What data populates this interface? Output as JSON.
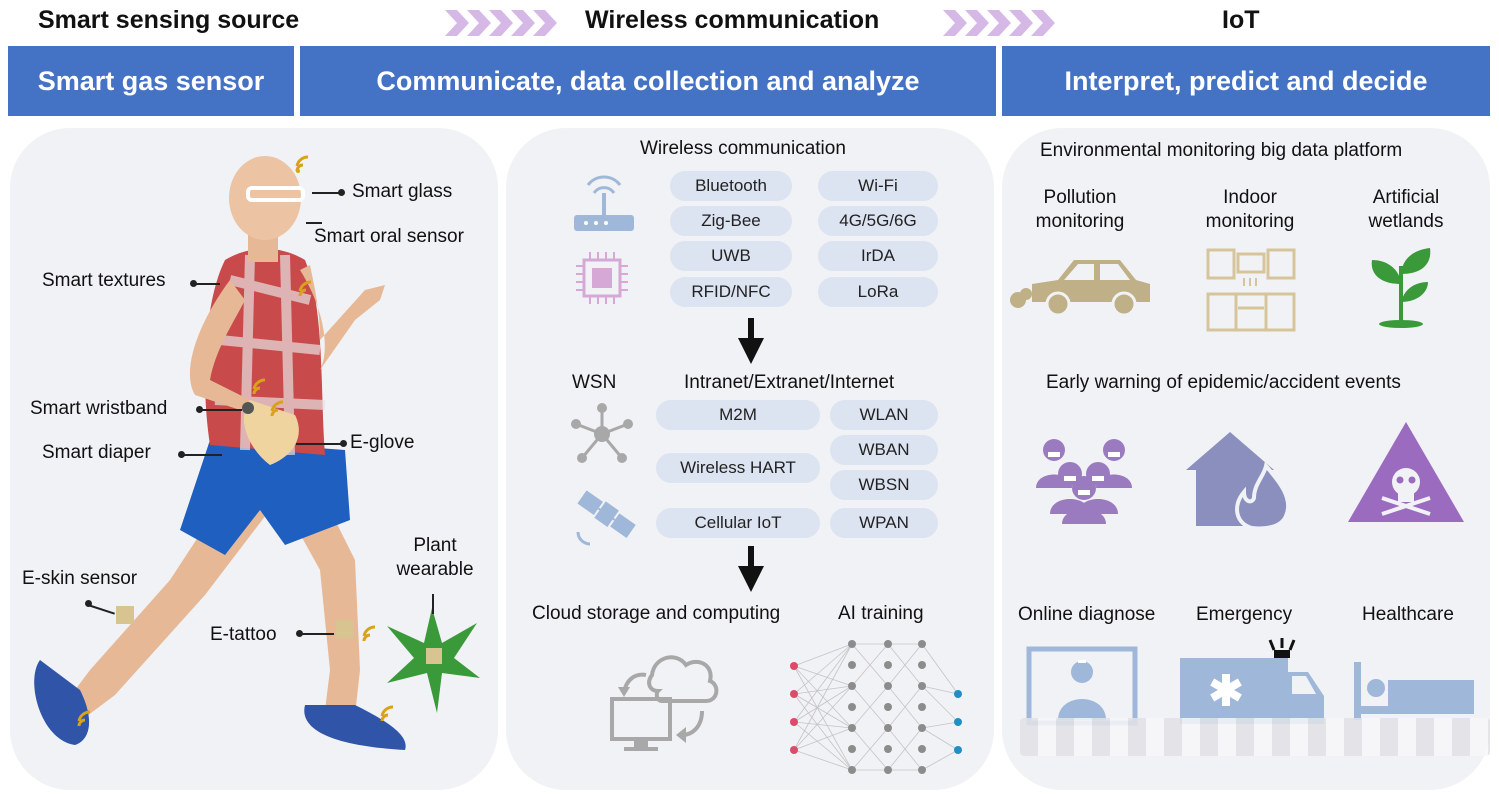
{
  "header": {
    "stage1": "Smart sensing source",
    "stage2": "Wireless communication",
    "stage3": "IoT"
  },
  "bands": {
    "band1": "Smart gas  sensor",
    "band2": "Communicate, data collection and analyze",
    "band3": "Interpret, predict and decide"
  },
  "left": {
    "smart_glass": "Smart glass",
    "smart_oral_sensor": "Smart oral sensor",
    "smart_textures": "Smart textures",
    "smart_wristband": "Smart wristband",
    "smart_diaper": "Smart diaper",
    "e_glove": "E-glove",
    "e_skin_sensor": "E-skin sensor",
    "plant_wearable_line1": "Plant",
    "plant_wearable_line2": "wearable",
    "e_tattoo": "E-tattoo"
  },
  "middle": {
    "wireless_title": "Wireless communication",
    "protocols_left": [
      "Bluetooth",
      "Zig-Bee",
      "UWB",
      "RFID/NFC"
    ],
    "protocols_right": [
      "Wi-Fi",
      "4G/5G/6G",
      "IrDA",
      "LoRa"
    ],
    "wsn": "WSN",
    "intranet": "Intranet/Extranet/Internet",
    "m2m": "M2M",
    "wireless_hart": "Wireless HART",
    "cellular_iot": "Cellular IoT",
    "net_right": [
      "WLAN",
      "WBAN",
      "WBSN",
      "WPAN"
    ],
    "cloud": "Cloud  storage and computing",
    "ai_training": "AI training"
  },
  "right": {
    "env_title": "Environmental monitoring big data platform",
    "pollution_line1": "Pollution",
    "pollution_line2": "monitoring",
    "indoor_line1": "Indoor",
    "indoor_line2": "monitoring",
    "wetlands_line1": "Artificial",
    "wetlands_line2": "wetlands",
    "warning_title": "Early warning of epidemic/accident events",
    "online_diagnose": "Online diagnose",
    "emergency": "Emergency",
    "healthcare": "Healthcare"
  },
  "colors": {
    "band": "#4472c4",
    "panel": "#f1f2f5",
    "pill": "#dce3f1",
    "chevron": "#d6b8e6",
    "purple_icon": "#9b7bbf",
    "tan_icon": "#bfb088",
    "plant_green": "#3a9a3a",
    "light_blue_icon": "#9fb7d9",
    "wifi_gold": "#d9a21a"
  },
  "icons": [
    "router-icon",
    "chip-icon",
    "network-hub-icon",
    "satellite-icon",
    "cloud-computer-icon",
    "neural-network-icon",
    "car-icon",
    "kitchen-icon",
    "sprout-icon",
    "crowd-mask-icon",
    "house-fire-icon",
    "skull-warning-icon",
    "doctor-screen-icon",
    "ambulance-icon",
    "hospital-bed-icon",
    "runner-figure",
    "plant-wearable-icon",
    "wifi-signal-icon"
  ]
}
